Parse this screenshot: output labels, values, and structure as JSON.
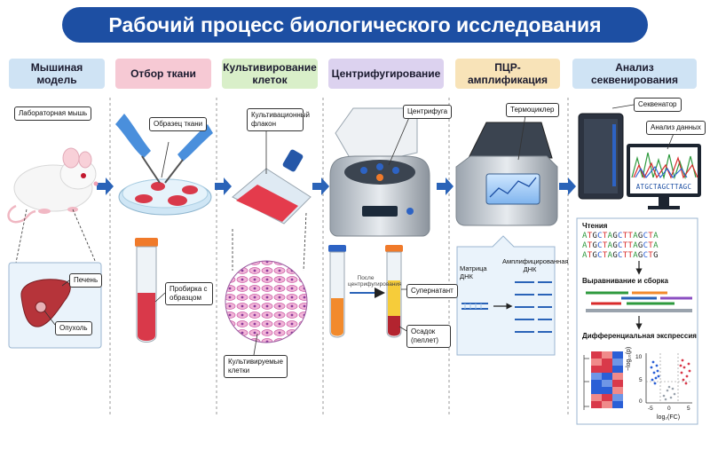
{
  "title": "Рабочий процесс биологического исследования",
  "steps": [
    {
      "label": "Мышиная модель",
      "color": "#cfe3f4"
    },
    {
      "label": "Отбор ткани",
      "color": "#f6c9d4"
    },
    {
      "label": "Культивирование клеток",
      "color": "#d9efc9"
    },
    {
      "label": "Центрифугирование",
      "color": "#dcd2ef"
    },
    {
      "label": "ПЦР-амплификация",
      "color": "#f8e3b8"
    },
    {
      "label": "Анализ секвенирования",
      "color": "#cfe3f4"
    }
  ],
  "labels": {
    "lab_mouse": "Лабораторная мышь",
    "liver": "Печень",
    "tumor": "Опухоль",
    "tissue_sample": "Образец ткани",
    "sample_tube": "Пробирка с образцом",
    "culture_flask": "Культивационный флакон",
    "cultured_cells": "Культивируемые клетки",
    "centrifuge": "Центрифуга",
    "after_centrifuge": "После центрифугирования",
    "supernatant": "Супернатант",
    "pellet": "Осадок (пеллет)",
    "thermocycler": "Термоциклер",
    "template_dna": "Матрица ДНК",
    "amplified_dna": "Амплифицированная ДНК",
    "sequencer": "Секвенатор",
    "data_analysis": "Анализ данных",
    "monitor_seq": "ATGCTAGCTTAGC",
    "reads_title": "Чтения",
    "reads": [
      "ATGCTAGCTTAGCTA",
      "ATGCTAGCTTAGCTA",
      "ATGCTAGCTTAGCTG"
    ],
    "alignment": "Выравнивание и сборка",
    "diff_expr": "Дифференциальная экспрессия",
    "volcano_ylabel": "−log₁₀(p)",
    "volcano_xlabel": "log₂(FC)",
    "volcano_xticks": [
      "-5",
      "0",
      "5"
    ],
    "volcano_yticks": [
      "0",
      "5",
      "10"
    ]
  },
  "colors": {
    "title_bg": "#1d4fa3",
    "arrow": "#2a63b8",
    "tissue": "#d9394a",
    "glove": "#4a8fdc",
    "base_a": "#2e9a3e",
    "base_t": "#d92b2b",
    "base_g": "#222222",
    "base_c": "#2a5fd6"
  }
}
